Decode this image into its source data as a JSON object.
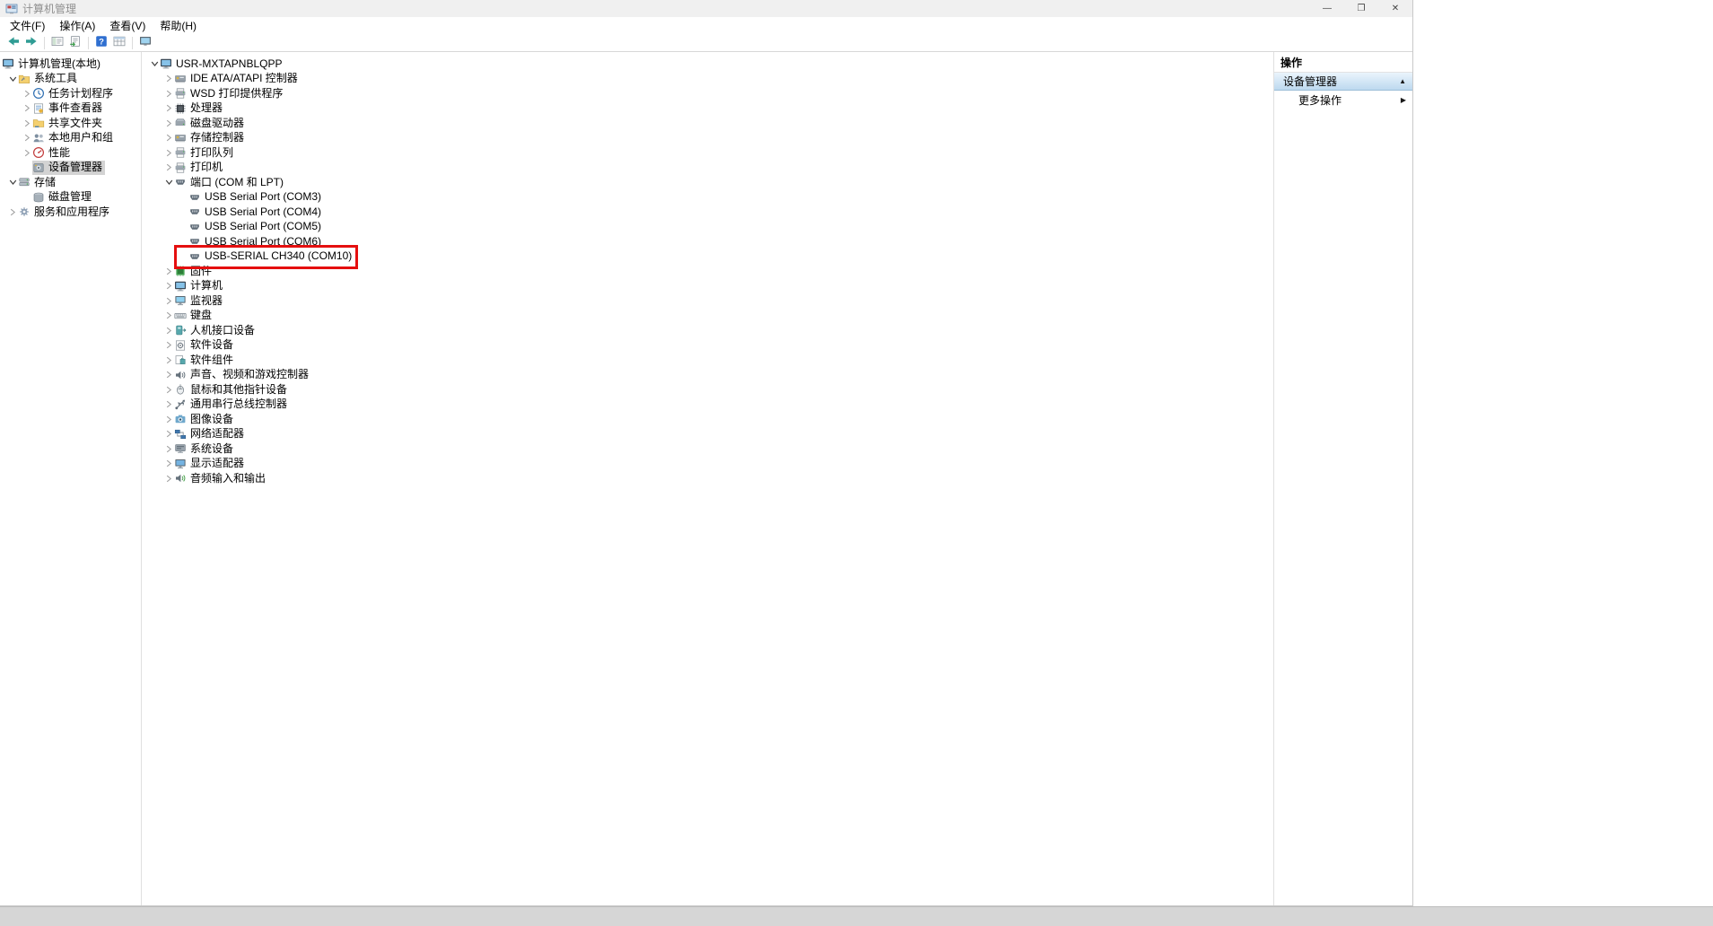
{
  "window": {
    "title": "计算机管理",
    "controls": [
      {
        "name": "minimize-button",
        "glyph": "—"
      },
      {
        "name": "maximize-button",
        "glyph": "❐"
      },
      {
        "name": "close-button",
        "glyph": "✕"
      }
    ]
  },
  "menu_bar": [
    {
      "label": "文件(F)"
    },
    {
      "label": "操作(A)"
    },
    {
      "label": "查看(V)"
    },
    {
      "label": "帮助(H)"
    }
  ],
  "toolbar": [
    {
      "name": "back-button",
      "icon": "back-arrow"
    },
    {
      "name": "forward-button",
      "icon": "forward-arrow"
    },
    {
      "type": "sep"
    },
    {
      "name": "show-hide-console-tree-button",
      "icon": "show-console-tree"
    },
    {
      "name": "export-list-button",
      "icon": "export-list"
    },
    {
      "type": "sep"
    },
    {
      "name": "help-button",
      "icon": "help"
    },
    {
      "name": "standard-view-button",
      "icon": "standard-view"
    },
    {
      "type": "sep"
    },
    {
      "name": "console-window-button",
      "icon": "console-window"
    }
  ],
  "console_tree": [
    {
      "label": "计算机管理(本地)",
      "level": 0,
      "exp": "none",
      "icon": "computer-mgmt"
    },
    {
      "label": "系统工具",
      "level": 1,
      "exp": "open",
      "icon": "folder-tools"
    },
    {
      "label": "任务计划程序",
      "level": 2,
      "exp": "closed",
      "icon": "task-scheduler"
    },
    {
      "label": "事件查看器",
      "level": 2,
      "exp": "closed",
      "icon": "event-viewer"
    },
    {
      "label": "共享文件夹",
      "level": 2,
      "exp": "closed",
      "icon": "shared-folders"
    },
    {
      "label": "本地用户和组",
      "level": 2,
      "exp": "closed",
      "icon": "users-groups"
    },
    {
      "label": "性能",
      "level": 2,
      "exp": "closed",
      "icon": "performance"
    },
    {
      "label": "设备管理器",
      "level": 2,
      "exp": "none",
      "icon": "device-manager",
      "selected": true
    },
    {
      "label": "存储",
      "level": 1,
      "exp": "open",
      "icon": "storage"
    },
    {
      "label": "磁盘管理",
      "level": 2,
      "exp": "none",
      "icon": "disk-management"
    },
    {
      "label": "服务和应用程序",
      "level": 1,
      "exp": "closed",
      "icon": "services-apps"
    }
  ],
  "device_tree": [
    {
      "label": "USR-MXTAPNBLQPP",
      "level": 0,
      "exp": "open",
      "icon": "computer"
    },
    {
      "label": "IDE ATA/ATAPI 控制器",
      "level": 1,
      "exp": "closed",
      "icon": "ata-controller"
    },
    {
      "label": "WSD 打印提供程序",
      "level": 1,
      "exp": "closed",
      "icon": "printer-provider"
    },
    {
      "label": "处理器",
      "level": 1,
      "exp": "closed",
      "icon": "processor"
    },
    {
      "label": "磁盘驱动器",
      "level": 1,
      "exp": "closed",
      "icon": "disk-drive"
    },
    {
      "label": "存储控制器",
      "level": 1,
      "exp": "closed",
      "icon": "storage-controller"
    },
    {
      "label": "打印队列",
      "level": 1,
      "exp": "closed",
      "icon": "print-queue"
    },
    {
      "label": "打印机",
      "level": 1,
      "exp": "closed",
      "icon": "printer"
    },
    {
      "label": "端口 (COM 和 LPT)",
      "level": 1,
      "exp": "open",
      "icon": "ports"
    },
    {
      "label": "USB Serial Port (COM3)",
      "level": 2,
      "exp": "none",
      "icon": "port"
    },
    {
      "label": "USB Serial Port (COM4)",
      "level": 2,
      "exp": "none",
      "icon": "port"
    },
    {
      "label": "USB Serial Port (COM5)",
      "level": 2,
      "exp": "none",
      "icon": "port"
    },
    {
      "label": "USB Serial Port (COM6)",
      "level": 2,
      "exp": "none",
      "icon": "port"
    },
    {
      "label": "USB-SERIAL CH340 (COM10)",
      "level": 2,
      "exp": "none",
      "icon": "port",
      "highlighted": true
    },
    {
      "label": "固件",
      "level": 1,
      "exp": "closed",
      "icon": "firmware"
    },
    {
      "label": "计算机",
      "level": 1,
      "exp": "closed",
      "icon": "computer"
    },
    {
      "label": "监视器",
      "level": 1,
      "exp": "closed",
      "icon": "monitor"
    },
    {
      "label": "键盘",
      "level": 1,
      "exp": "closed",
      "icon": "keyboard"
    },
    {
      "label": "人机接口设备",
      "level": 1,
      "exp": "closed",
      "icon": "hid"
    },
    {
      "label": "软件设备",
      "level": 1,
      "exp": "closed",
      "icon": "software-device"
    },
    {
      "label": "软件组件",
      "level": 1,
      "exp": "closed",
      "icon": "software-component"
    },
    {
      "label": "声音、视频和游戏控制器",
      "level": 1,
      "exp": "closed",
      "icon": "sound"
    },
    {
      "label": "鼠标和其他指针设备",
      "level": 1,
      "exp": "closed",
      "icon": "mouse"
    },
    {
      "label": "通用串行总线控制器",
      "level": 1,
      "exp": "closed",
      "icon": "usb"
    },
    {
      "label": "图像设备",
      "level": 1,
      "exp": "closed",
      "icon": "imaging"
    },
    {
      "label": "网络适配器",
      "level": 1,
      "exp": "closed",
      "icon": "network"
    },
    {
      "label": "系统设备",
      "level": 1,
      "exp": "closed",
      "icon": "system-device"
    },
    {
      "label": "显示适配器",
      "level": 1,
      "exp": "closed",
      "icon": "display"
    },
    {
      "label": "音频输入和输出",
      "level": 1,
      "exp": "closed",
      "icon": "audio"
    }
  ],
  "actions_pane": {
    "title": "操作",
    "section_label": "设备管理器",
    "collapse_glyph": "▲",
    "more_actions_label": "更多操作",
    "submenu_glyph": "▶"
  },
  "colors": {
    "highlight_border": "#e50f0f",
    "selected_tree_item_bg": "#d3d3d3",
    "action_section_gradient_top": "#eaf4fc",
    "action_section_gradient_bottom": "#bdd9ef"
  }
}
